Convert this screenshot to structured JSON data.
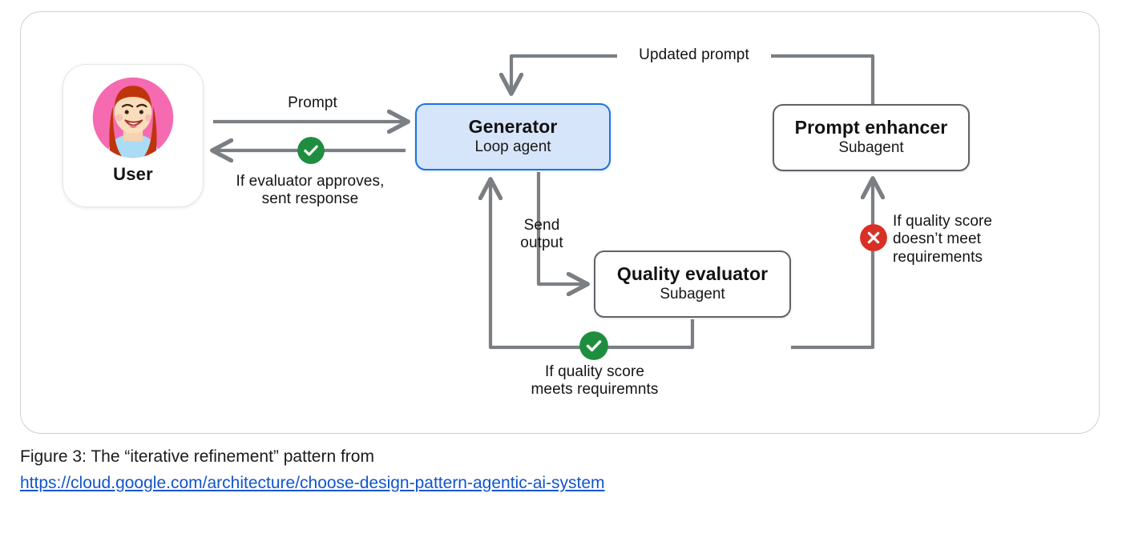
{
  "figure": {
    "caption_text": "Figure 3: The “iterative refinement” pattern from",
    "caption_url": "https://cloud.google.com/architecture/choose-design-pattern-agentic-ai-system"
  },
  "colors": {
    "accent_blue": "#1a73e8",
    "node_fill_blue": "#d7e5fb",
    "node_border_gray": "#5f6368",
    "arrow_gray": "#7b7f84",
    "success_green": "#1e8e3e",
    "error_red": "#d93025",
    "link_blue": "#1155cc",
    "card_border": "#d0d0d0"
  },
  "actor": {
    "label": "User",
    "avatar_name": "user-avatar-illustration"
  },
  "nodes": [
    {
      "id": "generator",
      "title": "Generator",
      "subtitle": "Loop agent",
      "highlighted": true
    },
    {
      "id": "enhancer",
      "title": "Prompt enhancer",
      "subtitle": "Subagent",
      "highlighted": false
    },
    {
      "id": "evaluator",
      "title": "Quality evaluator",
      "subtitle": "Subagent",
      "highlighted": false
    }
  ],
  "edges": [
    {
      "id": "prompt",
      "label": "Prompt",
      "from": "user",
      "to": "generator",
      "badge": null
    },
    {
      "id": "approve",
      "label": "If evaluator approves,\nsent response",
      "from": "generator",
      "to": "user",
      "badge": "check"
    },
    {
      "id": "updated",
      "label": "Updated prompt",
      "from": "enhancer",
      "to": "generator",
      "badge": null
    },
    {
      "id": "send-output",
      "label": "Send\noutput",
      "from": "generator",
      "to": "evaluator",
      "badge": null
    },
    {
      "id": "not-meet",
      "label": "If quality score\ndoesn’t meet\nrequirements",
      "from": "evaluator",
      "to": "enhancer",
      "badge": "cross"
    },
    {
      "id": "meets",
      "label": "If quality score\nmeets requiremnts",
      "from": "evaluator",
      "to": "generator",
      "badge": "check"
    }
  ],
  "badges": {
    "check_name": "check-circle-icon",
    "cross_name": "x-circle-icon"
  }
}
